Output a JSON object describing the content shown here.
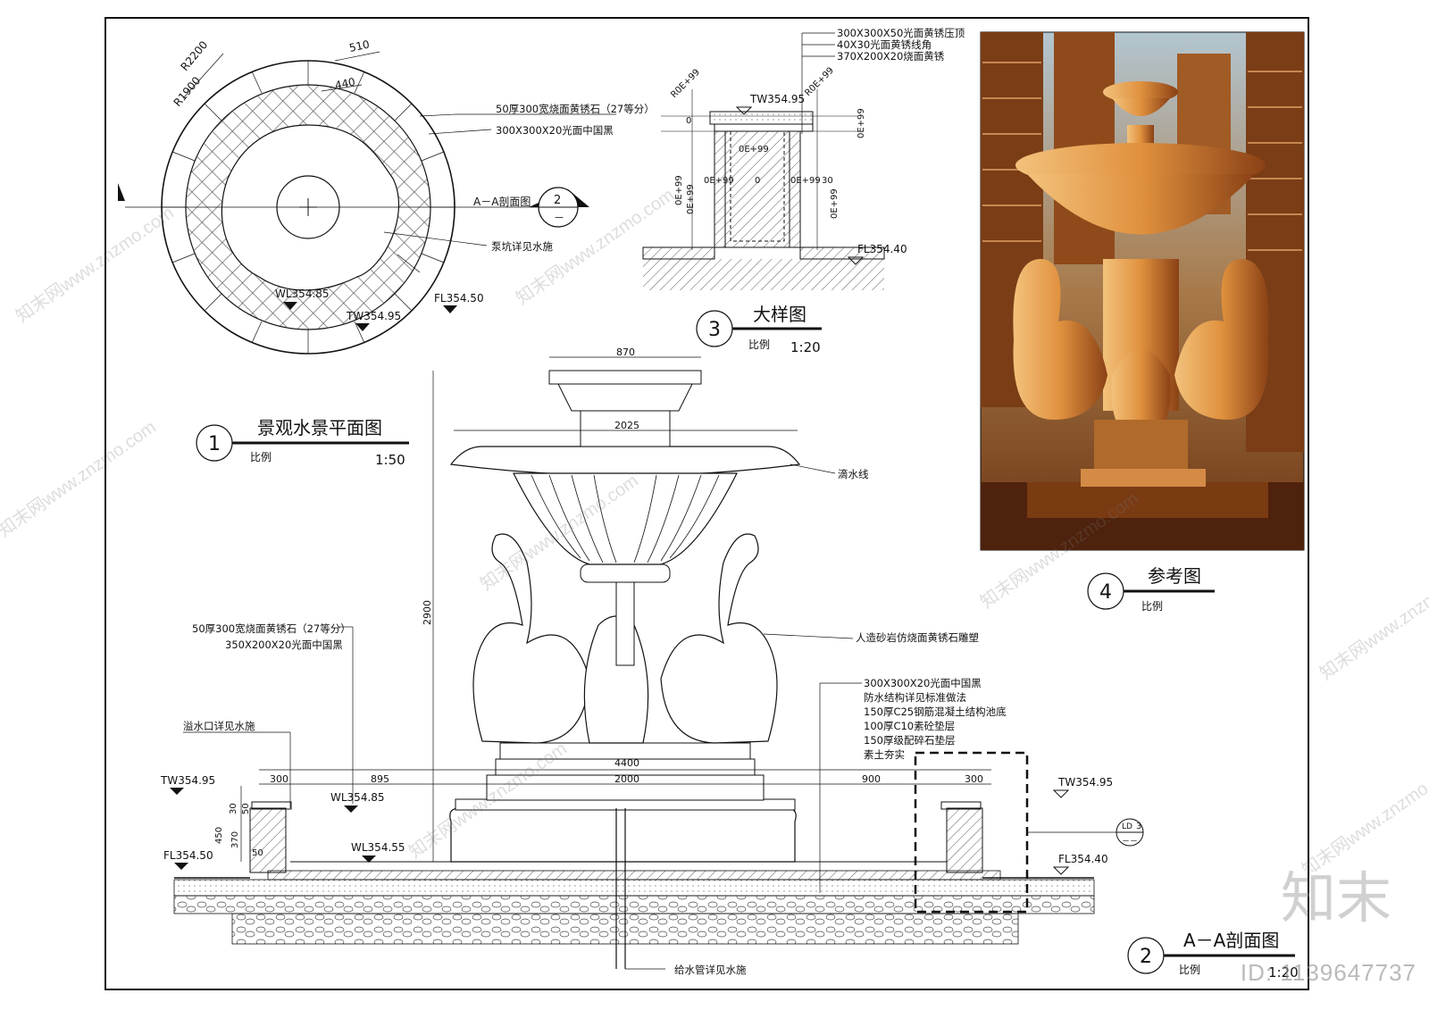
{
  "plan": {
    "title": "景观水景平面图",
    "number": "1",
    "scale_label": "比例",
    "scale": "1:50",
    "dims": {
      "r_outer": "R2200",
      "r_inner": "R1900",
      "w510": "510",
      "w440": "440"
    },
    "notes": [
      "50厚300宽烧面黄锈石（27等分）",
      "300X300X20光面中国黑"
    ],
    "section_mark": "A－A剖面图",
    "section_num": "2",
    "section_dash": "－",
    "pit_note": "泵坑详见水施",
    "levels": {
      "wl": "WL354.85",
      "tw": "TW354.95",
      "fl": "FL354.50"
    }
  },
  "detail": {
    "title": "大样图",
    "number": "3",
    "scale_label": "比例",
    "scale": "1:20",
    "notes": [
      "300X300X50光面黄锈压顶",
      "40X30光面黄锈线角",
      "370X200X20烧面黄锈"
    ],
    "tw": "TW354.95",
    "fl": "FL354.40",
    "dims": [
      "R0E+99",
      "R0E+99",
      "0",
      "0E+99",
      "0E+99",
      "0E+99",
      "0E+99",
      "0E+99",
      "0",
      "0E+99",
      "30",
      "0E+99",
      "0E+99"
    ]
  },
  "reference": {
    "title": "参考图",
    "number": "4",
    "scale_label": "比例"
  },
  "section": {
    "title": "A－A剖面图",
    "number": "2",
    "scale_label": "比例",
    "scale": "1:20",
    "dims": {
      "d870": "870",
      "d2025": "2025",
      "d2900": "2900",
      "d4400": "4400",
      "d2000": "2000",
      "d300a": "300",
      "d895": "895",
      "d900": "900",
      "d300b": "300",
      "d30": "30",
      "d50": "50",
      "d450": "450",
      "d370": "370",
      "d50b": "50"
    },
    "notes_left": [
      "50厚300宽烧面黄锈石（27等分）",
      "350X200X20光面中国黑"
    ],
    "overflow_note": "溢水口详见水施",
    "drip_note": "滴水线",
    "sculpture_note": "人造砂岩仿烧面黄锈石雕塑",
    "layers": [
      "300X300X20光面中国黑",
      "防水结构详见标准做法",
      "150厚C25钢筋混凝土结构池底",
      "100厚C10素砼垫层",
      "150厚级配碎石垫层",
      "素土夯实"
    ],
    "pipe_note": "给水管详见水施",
    "levels": {
      "tw_left": "TW354.95",
      "wl1": "WL354.85",
      "fl_left": "FL354.50",
      "wl2": "WL354.55",
      "tw_right": "TW354.95",
      "fl_right": "FL354.40"
    },
    "detail_ref": {
      "a": "LD",
      "b": "3",
      "c": "－－"
    }
  },
  "watermark": {
    "text": "知末网www.znzmo.com",
    "brand": "知末",
    "id": "ID: 1139647737"
  },
  "colors": {
    "line": "#111111",
    "photo_sky": "#9fb7c8",
    "photo_stone": "#d98a3a",
    "photo_shadow": "#5a2a10"
  }
}
